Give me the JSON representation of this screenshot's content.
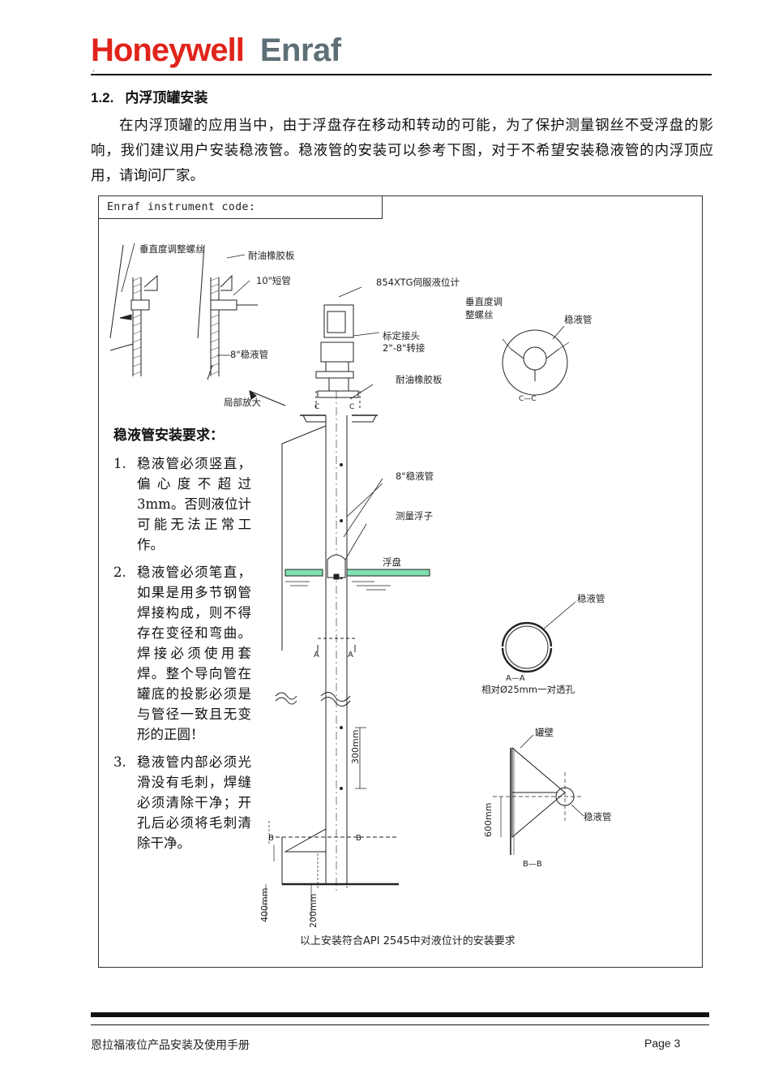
{
  "header": {
    "brand_primary": "Honeywell",
    "brand_secondary": "Enraf",
    "dot": ".",
    "brand_primary_color": "#e0241b",
    "brand_secondary_color": "#5f6f76"
  },
  "section": {
    "number": "1.2.",
    "title": "内浮顶罐安装",
    "intro": "在内浮顶罐的应用当中，由于浮盘存在移动和转动的可能，为了保护测量钢丝不受浮盘的影响，我们建议用户安装稳液管。稳液管的安装可以参考下图，对于不希望安装稳液管的内浮顶应用，请询问厂家。"
  },
  "figure": {
    "code_label": "Enraf  instrument  code:",
    "labels": {
      "vertical_screw": "垂直度调整螺丝",
      "oil_rubber_top": "耐油橡胶板",
      "short_pipe": "10\"短管",
      "stilling_pipe_8_detail": "8\"稳液管",
      "local_zoom": "局部放大",
      "gauge": "854XTG伺服液位计",
      "calibration_joint": "标定接头",
      "adapter": "2\"-8\"转接",
      "oil_rubber": "耐油橡胶板",
      "vertical_adjust_line1": "垂直度调",
      "vertical_adjust_line2": "整螺丝",
      "stilling_pipe_top_view": "稳液管",
      "section_cc": "C—C",
      "stilling_pipe_8": "8\"稳液管",
      "float": "测量浮子",
      "floating_deck": "浮盘",
      "stilling_pipe_ring": "稳液管",
      "section_aa": "A—A",
      "holes": "相对Ø25mm一对透孔",
      "tank_wall": "罐壁",
      "stilling_pipe_bb": "稳液管",
      "section_bb": "B—B",
      "dim_300": "300mm",
      "dim_600": "600mm",
      "dim_400": "400mm",
      "dim_200": "200mm",
      "mark_a": "A",
      "mark_b": "B",
      "mark_c": "C",
      "caption": "以上安装符合API 2545中对液位计的安装要求"
    },
    "deck_color": "#7fe0b0",
    "requirements": {
      "title": "稳液管安装要求：",
      "items": [
        {
          "num": "1.",
          "text": "稳液管必须竖直，偏心度不超过 3mm。否则液位计可能无法正常工作。"
        },
        {
          "num": "2.",
          "text": "稳液管必须笔直，如果是用多节钢管焊接构成，则不得存在变径和弯曲。焊接必须使用套焊。整个导向管在罐底的投影必须是与管径一致且无变形的正圆！"
        },
        {
          "num": "3.",
          "text": "稳液管内部必须光滑没有毛刺，焊缝必须清除干净；开孔后必须将毛刺清除干净。"
        }
      ]
    }
  },
  "footer": {
    "manual_title": "恩拉福液位产品安装及使用手册",
    "page": "Page 3"
  }
}
